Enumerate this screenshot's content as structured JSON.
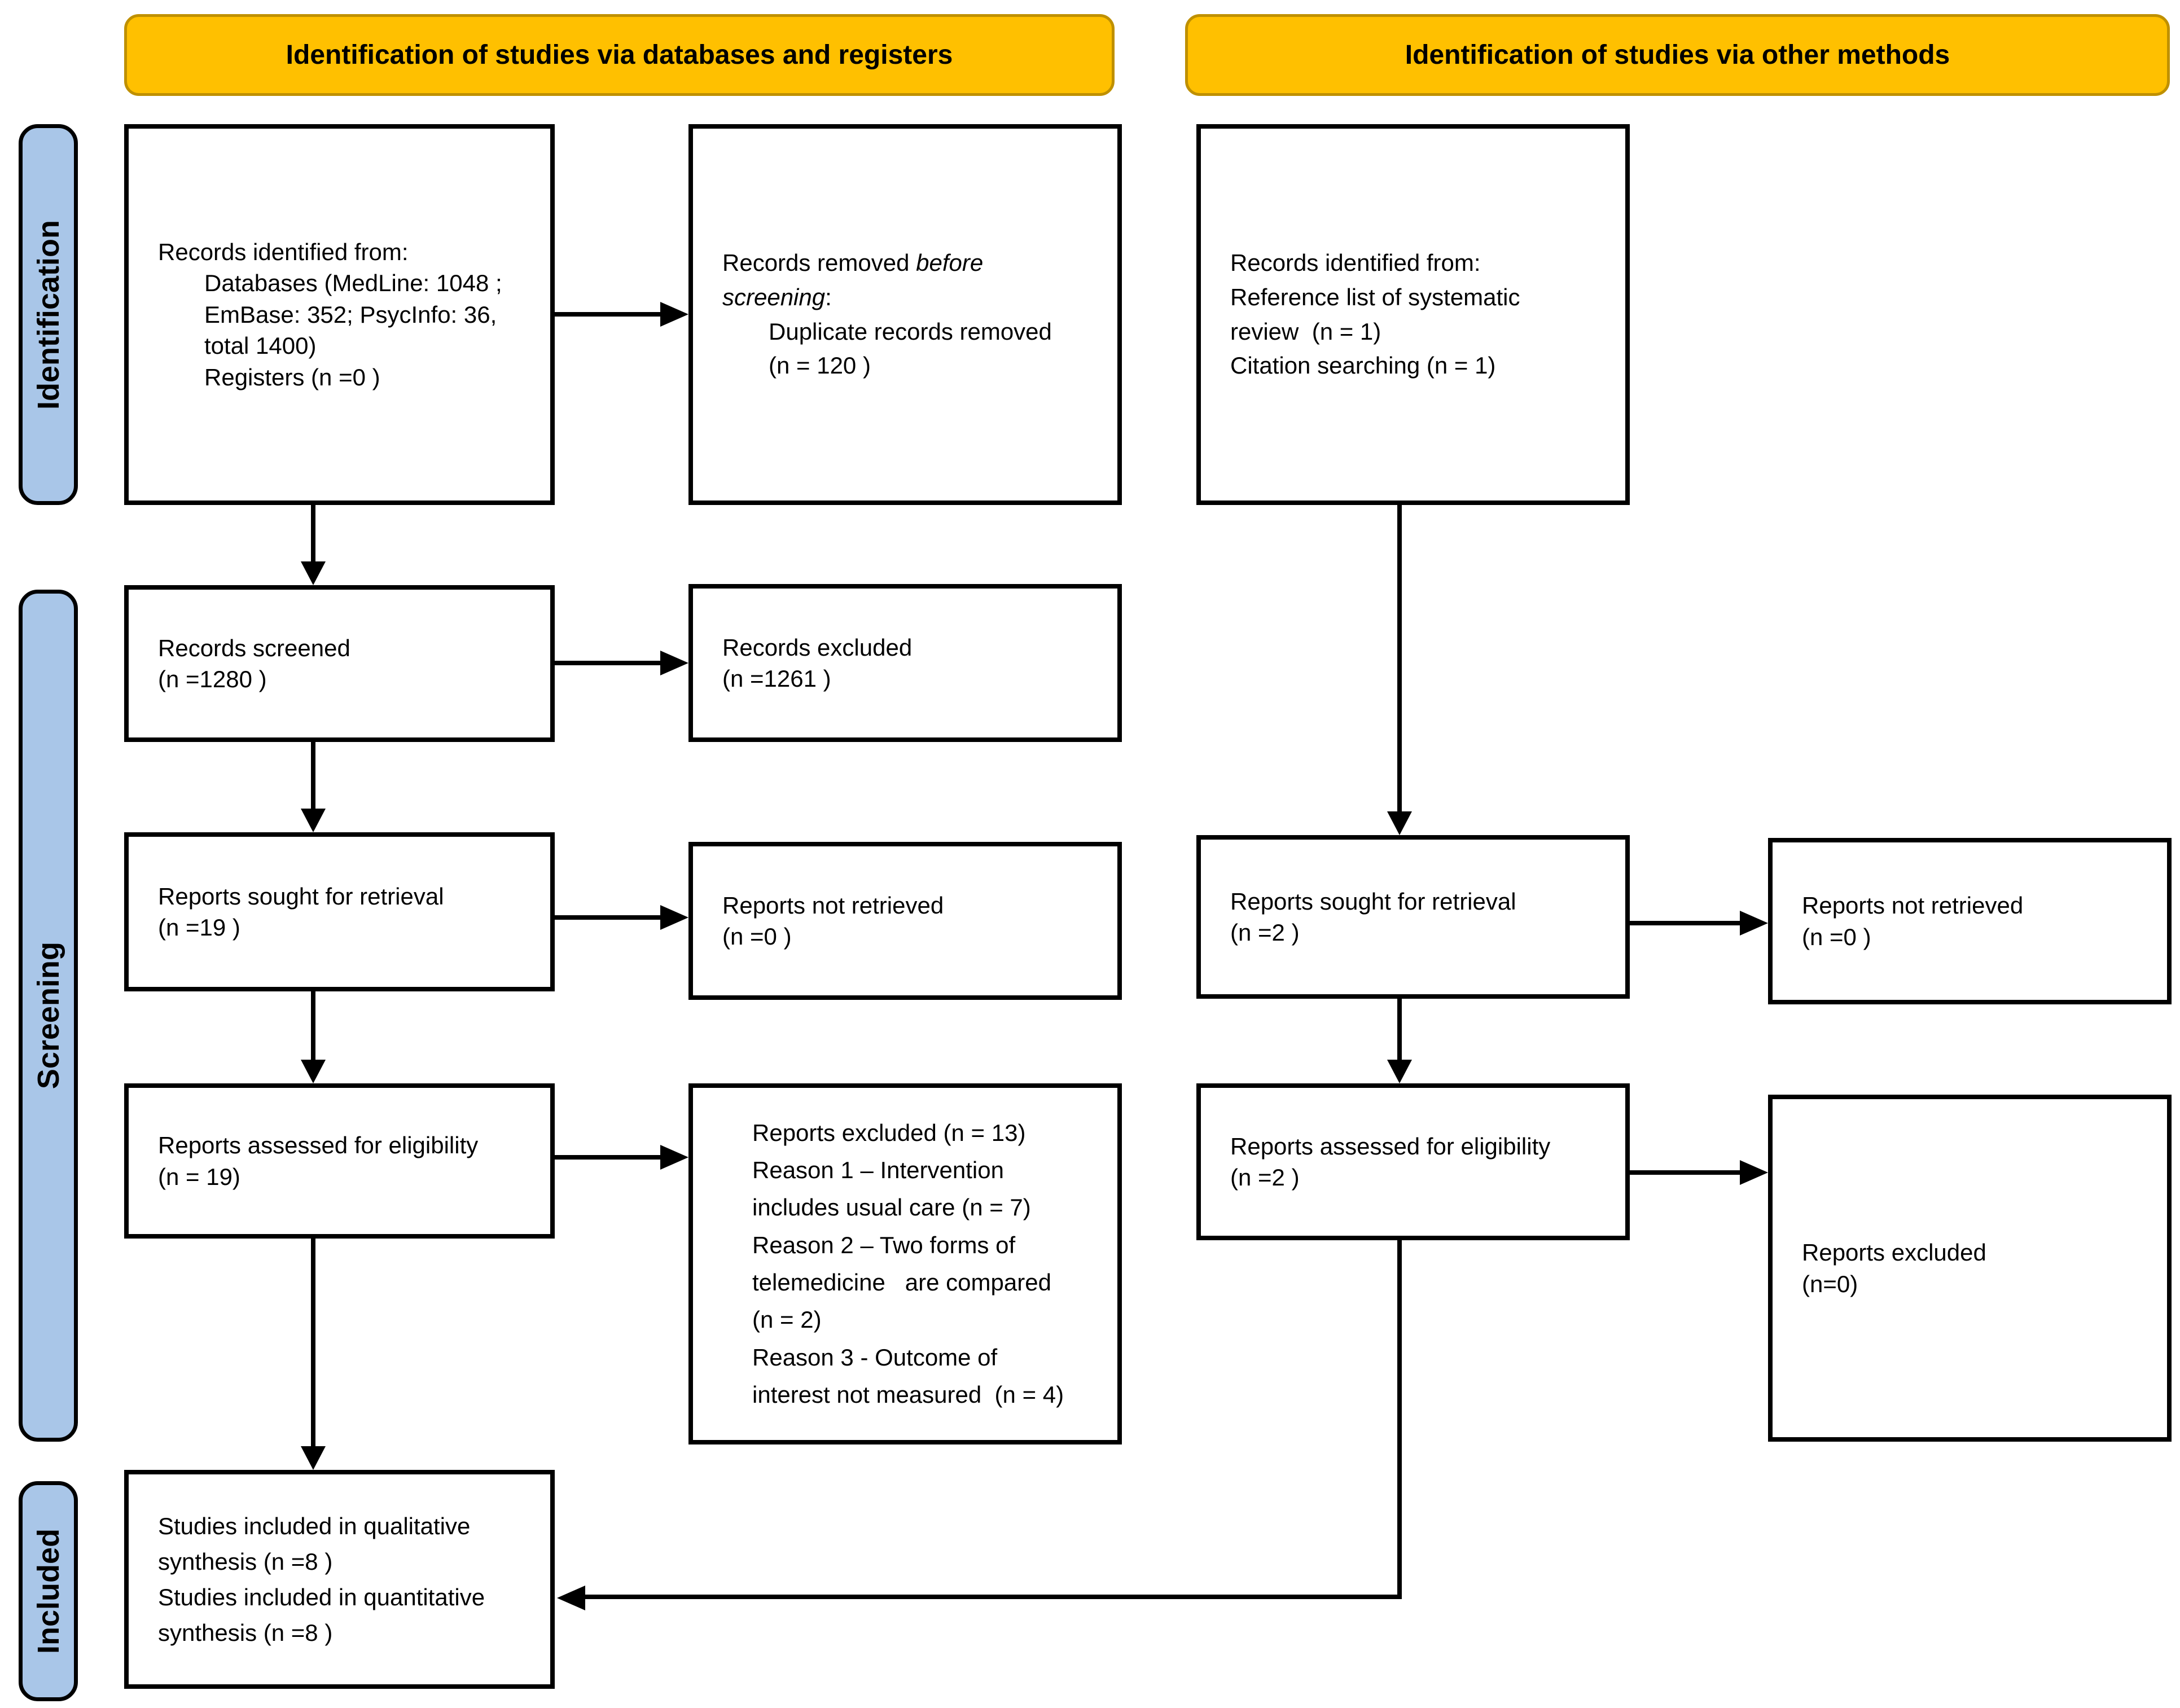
{
  "colors": {
    "banner_fill": "#FFC000",
    "banner_border": "#BF9000",
    "stage_fill": "#A9C6E8",
    "box_border": "#000000"
  },
  "banners": {
    "databases": "Identification of studies via databases and registers",
    "other": "Identification of studies via other methods"
  },
  "stages": {
    "identification": "Identification",
    "screening": "Screening",
    "included": "Included"
  },
  "boxes": {
    "records_identified_db": {
      "lines": [
        [
          {
            "t": "Records identified from:"
          }
        ],
        [
          {
            "t": "Databases (MedLine: 1048 ;",
            "ind": 1
          }
        ],
        [
          {
            "t": "EmBase: 352; PsycInfo: 36,",
            "ind": 1
          }
        ],
        [
          {
            "t": "total 1400)",
            "ind": 1
          }
        ],
        [
          {
            "t": "Registers (n =0 )",
            "ind": 1
          }
        ]
      ]
    },
    "records_removed": {
      "lines": [
        [
          {
            "t": "Records removed "
          },
          {
            "t": "before",
            "it": 1
          }
        ],
        [
          {
            "t": "screening",
            "it": 1
          },
          {
            "t": ":"
          }
        ],
        [
          {
            "t": "Duplicate records removed",
            "ind": 1
          }
        ],
        [
          {
            "t": "(n = 120 )",
            "ind": 1
          }
        ]
      ]
    },
    "records_identified_other": {
      "lines": [
        [
          {
            "t": "Records identified from:"
          }
        ],
        [
          {
            "t": "Reference list of systematic"
          }
        ],
        [
          {
            "t": "review  (n = 1)"
          }
        ],
        [
          {
            "t": "Citation searching (n = 1)"
          }
        ]
      ]
    },
    "records_screened": {
      "lines": [
        [
          {
            "t": "Records screened"
          }
        ],
        [
          {
            "t": "(n =1280 )"
          }
        ]
      ]
    },
    "records_excluded": {
      "lines": [
        [
          {
            "t": "Records excluded"
          }
        ],
        [
          {
            "t": "(n =1261 )"
          }
        ]
      ]
    },
    "reports_sought_db": {
      "lines": [
        [
          {
            "t": "Reports sought for retrieval"
          }
        ],
        [
          {
            "t": "(n =19 )"
          }
        ]
      ]
    },
    "reports_not_retrieved_db": {
      "lines": [
        [
          {
            "t": "Reports not retrieved"
          }
        ],
        [
          {
            "t": "(n =0 )"
          }
        ]
      ]
    },
    "reports_assessed_db": {
      "lines": [
        [
          {
            "t": "Reports assessed for eligibility"
          }
        ],
        [
          {
            "t": "(n = 19)"
          }
        ]
      ]
    },
    "reports_excluded_reasons": {
      "lines": [
        [
          {
            "t": "Reports excluded (n = 13)"
          }
        ],
        [
          {
            "t": "Reason 1 – Intervention"
          }
        ],
        [
          {
            "t": "includes usual care (n = 7)"
          }
        ],
        [
          {
            "t": "Reason 2 – Two forms of"
          }
        ],
        [
          {
            "t": "telemedicine   are compared"
          }
        ],
        [
          {
            "t": "(n = 2)"
          }
        ],
        [
          {
            "t": "Reason 3 - Outcome of"
          }
        ],
        [
          {
            "t": "interest not measured  (n = 4)"
          }
        ]
      ]
    },
    "reports_sought_other": {
      "lines": [
        [
          {
            "t": "Reports sought for retrieval"
          }
        ],
        [
          {
            "t": "(n =2 )"
          }
        ]
      ]
    },
    "reports_not_retrieved_other": {
      "lines": [
        [
          {
            "t": "Reports not retrieved"
          }
        ],
        [
          {
            "t": "(n =0 )"
          }
        ]
      ]
    },
    "reports_assessed_other": {
      "lines": [
        [
          {
            "t": "Reports assessed for eligibility"
          }
        ],
        [
          {
            "t": "(n =2 )"
          }
        ]
      ]
    },
    "reports_excluded_other": {
      "lines": [
        [
          {
            "t": "Reports excluded"
          }
        ],
        [
          {
            "t": "(n=0)"
          }
        ]
      ]
    },
    "studies_included": {
      "lines": [
        [
          {
            "t": "Studies included in qualitative"
          }
        ],
        [
          {
            "t": "synthesis (n =8 )"
          }
        ],
        [
          {
            "t": "Studies included in quantitative"
          }
        ],
        [
          {
            "t": "synthesis (n =8 )"
          }
        ]
      ]
    }
  }
}
